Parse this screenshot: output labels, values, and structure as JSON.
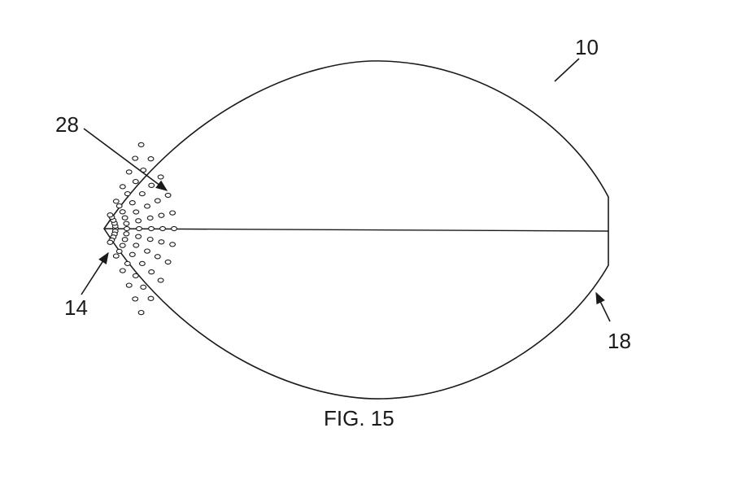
{
  "figure": {
    "caption": "FIG. 15",
    "labels": {
      "body": "10",
      "perforations": "28",
      "tip": "14",
      "end": "18"
    }
  }
}
